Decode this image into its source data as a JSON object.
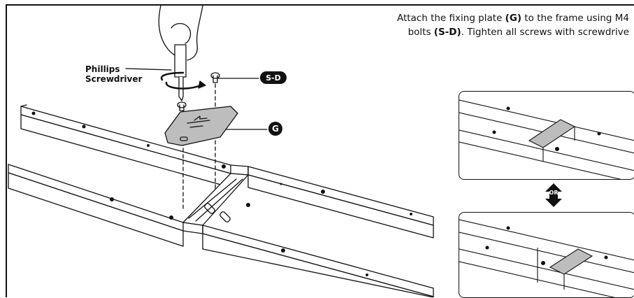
{
  "instruction": {
    "line1_pre": "Attach the fixing plate ",
    "line1_bold": "(G)",
    "line1_post": " to the frame using M4",
    "line2_pre": "bolts ",
    "line2_bold": "(S-D)",
    "line2_post": ". Tighten all screws with screwdrive"
  },
  "labels": {
    "tool_line1": "Phillips",
    "tool_line2": "Screwdriver",
    "bolt_badge": "S-D",
    "plate_badge": "G",
    "or_badge": "OR"
  },
  "icons": [
    "hand-with-screwdriver-icon",
    "rotation-arrow-icon",
    "bolt-icon",
    "fixing-plate-icon",
    "or-updown-arrow-icon"
  ],
  "colors": {
    "line": "#111111",
    "plate": "#bdbdbd",
    "badge_bg": "#111111",
    "badge_text": "#ffffff"
  }
}
